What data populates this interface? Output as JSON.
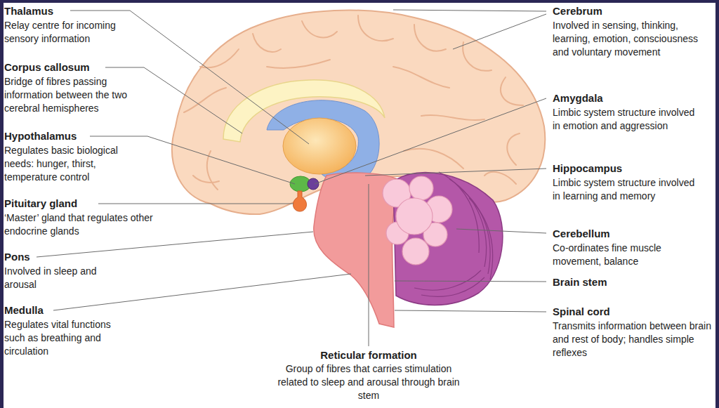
{
  "diagram": {
    "labels": [
      "Thalamus",
      "Relay centre for incoming sensory information",
      "Corpus callosum",
      "Bridge of fibres passing information between the two cerebral hemispheres",
      "Hypothalamus",
      "Regulates basic biological needs: hunger, thirst, temperature control",
      "Pituitary gland",
      "‘Master’ gland that regulates other endocrine glands",
      "Pons",
      "Involved in sleep and arousal",
      "Medulla",
      "Regulates vital functions such as breathing and circulation",
      "Reticular formation",
      "Group of fibres that carries stimulation related to sleep and arousal through brain stem",
      "Cerebrum",
      "Involved in sensing, thinking, learning, emotion, consciousness and voluntary movement",
      "Amygdala",
      "Limbic system structure involved in emotion and aggression",
      "Hippocampus",
      "Limbic system structure involved in learning and memory",
      "Cerebellum",
      "Co-ordinates fine muscle movement, balance",
      "Brain stem",
      "Spinal cord",
      "Transmits information between brain and rest of body; handles simple reflexes"
    ]
  }
}
